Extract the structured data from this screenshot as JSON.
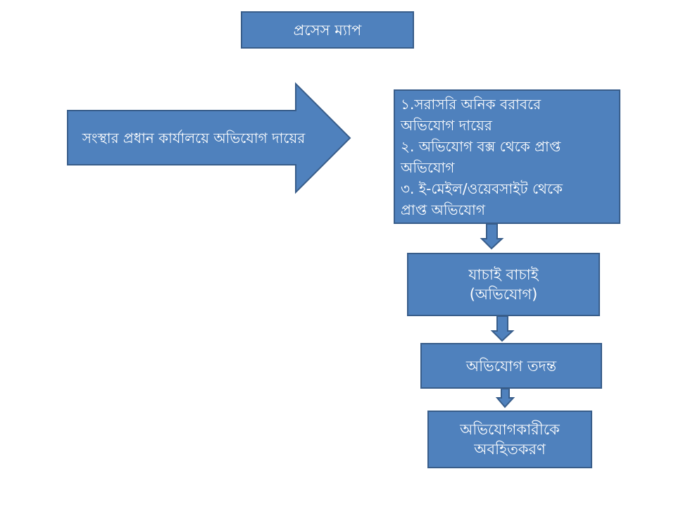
{
  "title": "প্রসেস ম্যাপ",
  "source_arrow": "সংস্থার প্রধান কার্যালয়ে অভিযোগ দায়ের",
  "steps": {
    "intake": [
      "১.সরাসরি অনিক বরাবরে",
      "অভিযোগ দায়ের",
      "২. অভিযোগ বক্স থেকে প্রাপ্ত",
      "অভিযোগ",
      "৩. ই-মেইল/ওয়েবসাইট থেকে",
      "প্রাপ্ত অভিযোগ"
    ],
    "verification": [
      "যাচাই বাচাই",
      "(অভিযোগ)"
    ],
    "investigation": "অভিযোগ তদন্ত",
    "notify": [
      "অভিযোগকারীকে",
      "অবহিতকরণ"
    ]
  },
  "colors": {
    "fill": "#4F81BD",
    "border": "#385D8A"
  }
}
